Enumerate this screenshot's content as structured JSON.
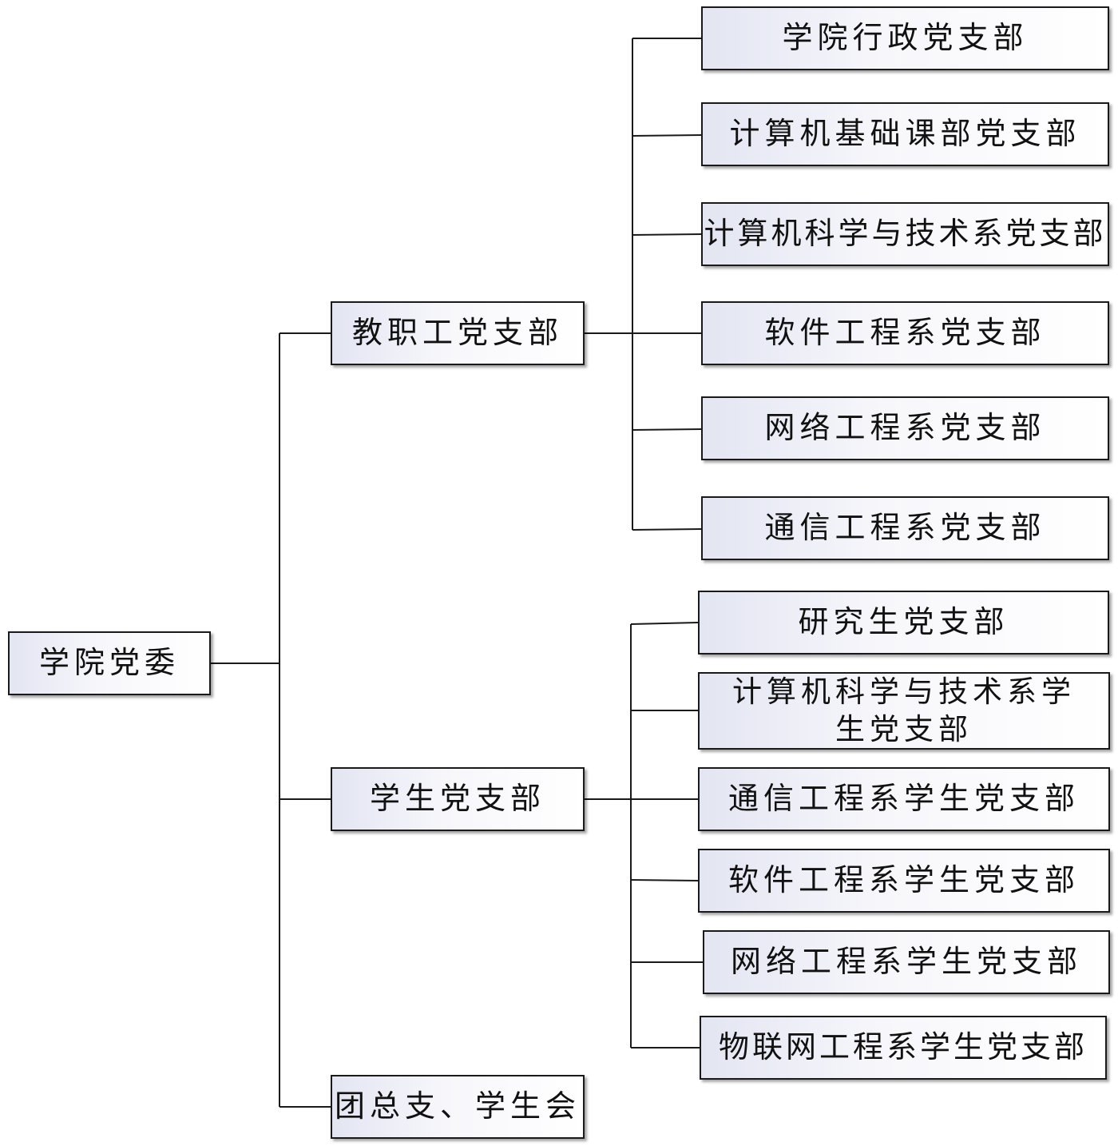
{
  "root": "学院党委",
  "branches": {
    "faculty": "教职工党支部",
    "student": "学生党支部",
    "league": "团总支、学生会"
  },
  "faculty_children": [
    "学院行政党支部",
    "计算机基础课部党支部",
    "计算机科学与技术系党支部",
    "软件工程系党支部",
    "网络工程系党支部",
    "通信工程系党支部"
  ],
  "student_children": [
    "研究生党支部",
    "计算机科学与技术系学生党支部",
    "通信工程系学生党支部",
    "软件工程系学生党支部",
    "网络工程系学生党支部",
    "物联网工程系学生党支部"
  ]
}
